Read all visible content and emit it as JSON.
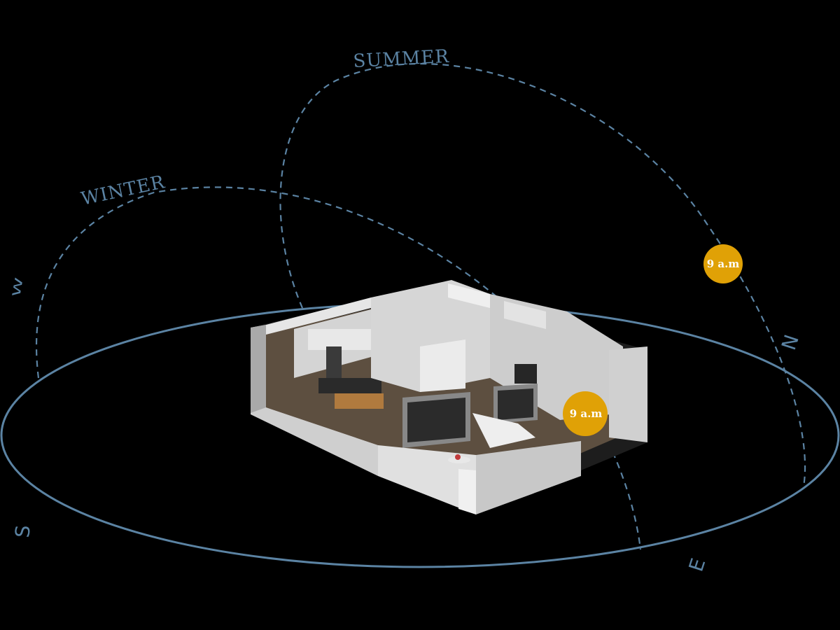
{
  "colors": {
    "background": "#000000",
    "path": "#5b83a3",
    "sun": "#e0a106",
    "sun_text": "#ffffff",
    "wall": "#d9d9d9",
    "wall_shade": "#b9b9b9",
    "wall_dark": "#8f8f8f",
    "floor": "#6b5a47"
  },
  "paths": {
    "summer_label": "SUMMER",
    "winter_label": "WINTER"
  },
  "compass": {
    "west": "W",
    "north": "N",
    "south": "S",
    "east": "E"
  },
  "sun_markers": [
    {
      "label": "9 a.m",
      "season": "summer"
    },
    {
      "label": "9 a.m",
      "season": "winter"
    }
  ]
}
